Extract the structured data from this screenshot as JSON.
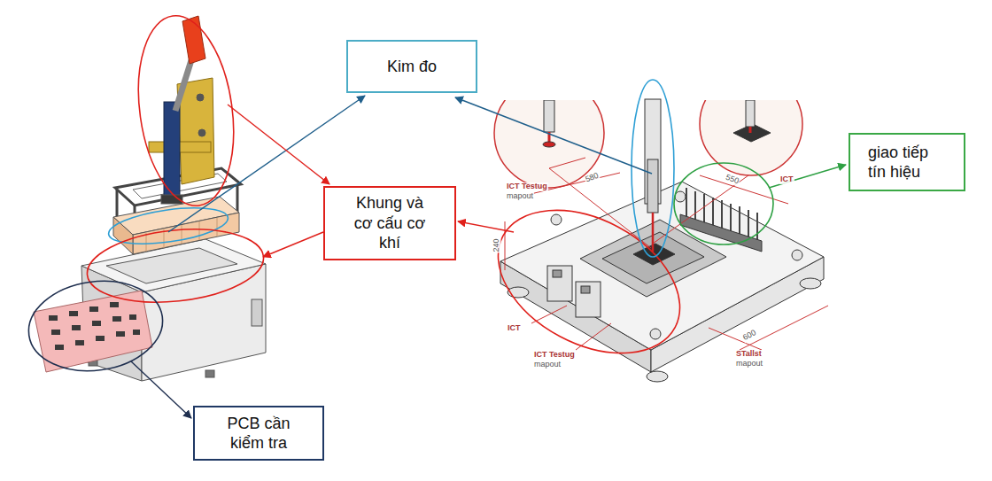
{
  "diagram": {
    "nodes": [
      {
        "text": [
          "Kim đo"
        ]
      },
      {
        "text": [
          "giao tiếp tín hiệu"
        ]
      },
      {
        "text": [
          "Khung và cơ cấu cơ khí"
        ]
      },
      {
        "text": [
          "PCB cần kiểm tra"
        ]
      }
    ],
    "labels": [
      "ICT Testug",
      "mapout",
      "580",
      "550",
      "ICT",
      "240",
      "ICT",
      "ICT Testug",
      "mapout",
      "STallst",
      "mapout",
      "600"
    ]
  }
}
